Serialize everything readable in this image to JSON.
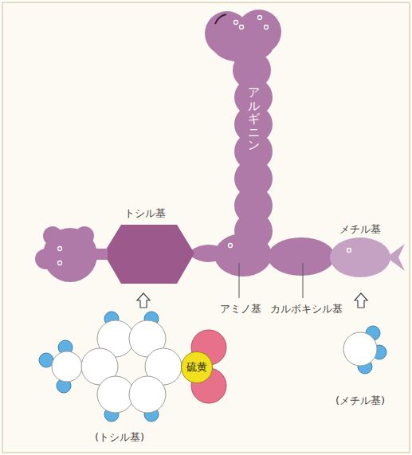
{
  "diagram": {
    "nodes": [
      {
        "text": [
          "アルギニン"
        ]
      },
      {
        "text": [
          "硫黄"
        ]
      }
    ],
    "labels": [
      "トシル基",
      "メチル基",
      "アミノ基",
      "カルボキシル基",
      "(トシル基)",
      "(メチル基)"
    ]
  }
}
